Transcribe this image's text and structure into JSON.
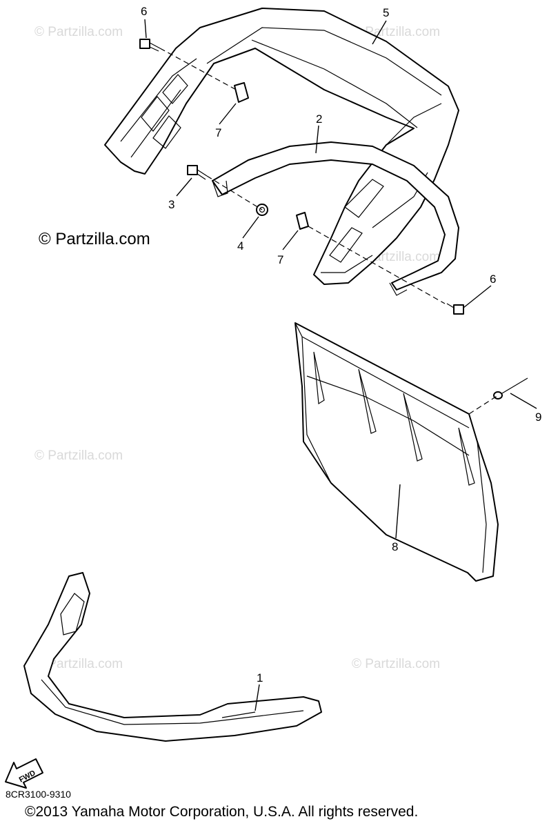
{
  "watermark": "© Partzilla.com",
  "callouts": [
    {
      "id": "1",
      "label": "1"
    },
    {
      "id": "2",
      "label": "2"
    },
    {
      "id": "3",
      "label": "3"
    },
    {
      "id": "4",
      "label": "4"
    },
    {
      "id": "5",
      "label": "5"
    },
    {
      "id": "6a",
      "label": "6"
    },
    {
      "id": "6b",
      "label": "6"
    },
    {
      "id": "7a",
      "label": "7"
    },
    {
      "id": "7b",
      "label": "7"
    },
    {
      "id": "8",
      "label": "8"
    },
    {
      "id": "9",
      "label": "9"
    }
  ],
  "fwd_label": "FWD",
  "diagram_code": "8CR3100-9310",
  "copyright": "©2013  Yamaha Motor Corporation, U.S.A. All rights reserved."
}
